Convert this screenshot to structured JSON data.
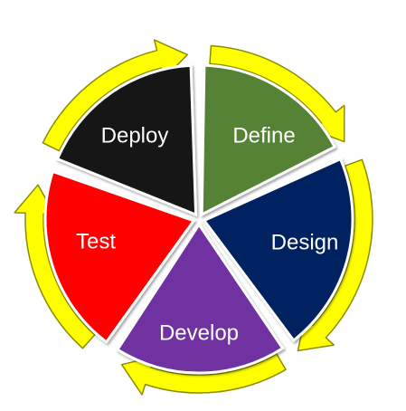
{
  "diagram": {
    "segments": [
      {
        "id": "define",
        "label": "Define",
        "color": "#548235"
      },
      {
        "id": "design",
        "label": "Design",
        "color": "#002060"
      },
      {
        "id": "develop",
        "label": "Develop",
        "color": "#7030A0"
      },
      {
        "id": "test",
        "label": "Test",
        "color": "#FF0000"
      },
      {
        "id": "deploy",
        "label": "Deploy",
        "color": "#141414"
      }
    ],
    "arrow_color": "#FFFF00",
    "arrow_outline_color": "#8C8C00",
    "label_color": "#FFFFFF"
  }
}
